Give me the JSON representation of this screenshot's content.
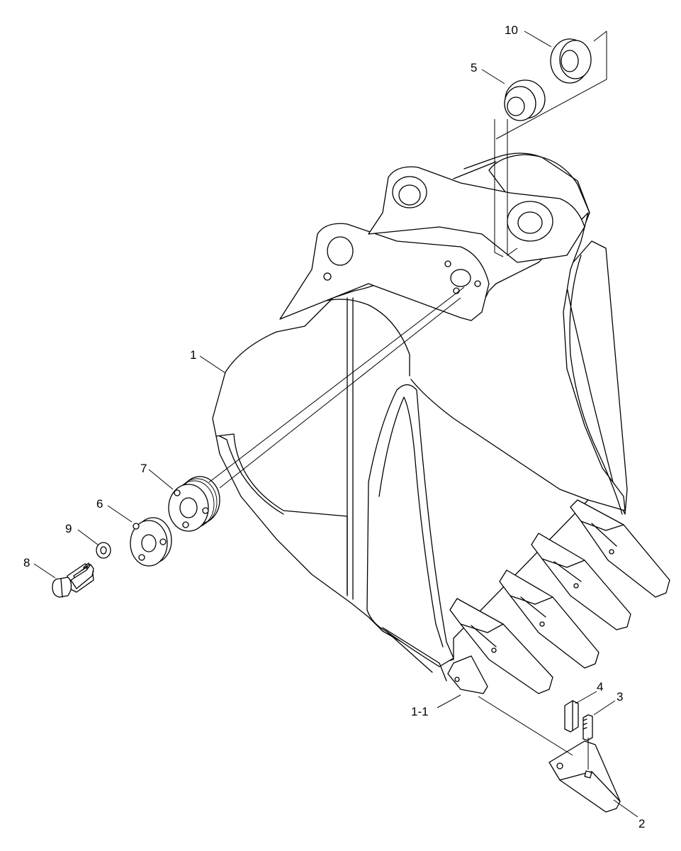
{
  "diagram": {
    "callouts": {
      "p10": "10",
      "p5": "5",
      "p1": "1",
      "p7": "7",
      "p6": "6",
      "p9": "9",
      "p8": "8",
      "p4": "4",
      "p3": "3",
      "p1_1": "1-1",
      "p2": "2"
    },
    "stroke_color": "#000000",
    "background_color": "#ffffff"
  }
}
